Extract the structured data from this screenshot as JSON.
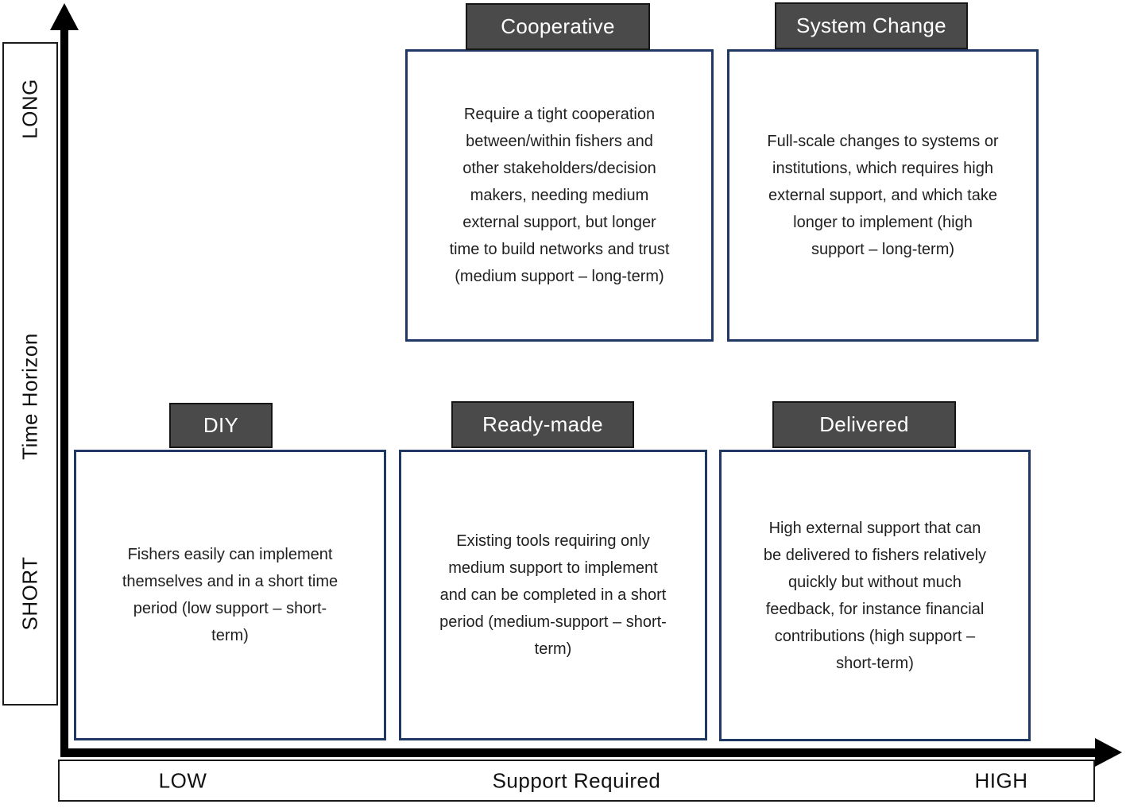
{
  "diagram": {
    "y_axis": {
      "top_label": "LONG",
      "title": "Time Horizon",
      "bottom_label": "SHORT"
    },
    "x_axis": {
      "left_label": "LOW",
      "title": "Support Required",
      "right_label": "HIGH"
    },
    "quadrants": [
      {
        "id": "cooperative",
        "label": "Cooperative",
        "description": "Require a tight cooperation\nbetween/within fishers and\nother stakeholders/decision\nmakers, needing medium\nexternal support, but longer\ntime to build networks and trust\n(medium support – long-term)"
      },
      {
        "id": "system-change",
        "label": "System Change",
        "description": "Full-scale changes to systems or\ninstitutions, which requires high\nexternal support, and which take\nlonger to implement (high\nsupport – long-term)"
      },
      {
        "id": "diy",
        "label": "DIY",
        "description": "Fishers easily can implement\nthemselves and in a short time\nperiod (low support – short-\nterm)"
      },
      {
        "id": "ready-made",
        "label": "Ready-made",
        "description": "Existing tools requiring only\nmedium support to implement\nand can be completed in a short\nperiod (medium-support – short-\nterm)"
      },
      {
        "id": "delivered",
        "label": "Delivered",
        "description": "High external support that can\nbe delivered to fishers relatively\nquickly but without much\nfeedback, for instance financial\ncontributions (high support –\nshort-term)"
      }
    ],
    "colors": {
      "tab_bg": "#4a4a4a",
      "tab_text": "#ffffff",
      "box_border": "#1f3864",
      "box_bg": "#ffffff",
      "axis_color": "#000000"
    }
  }
}
